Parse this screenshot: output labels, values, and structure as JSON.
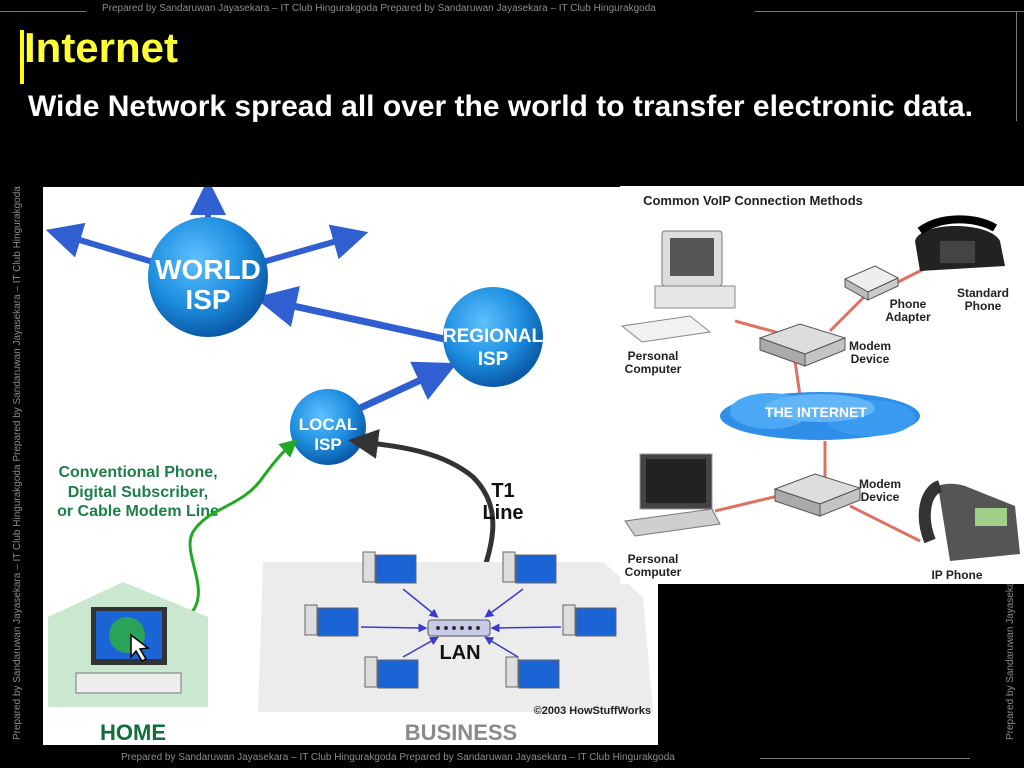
{
  "watermark": {
    "top": "Prepared by Sandaruwan Jayasekara – IT Club Hingurakgoda Prepared by Sandaruwan Jayasekara – IT Club Hingurakgoda",
    "bottom": "Prepared by Sandaruwan Jayasekara – IT Club Hingurakgoda Prepared by Sandaruwan Jayasekara – IT Club Hingurakgoda",
    "left": "Prepared by Sandaruwan Jayasekara – IT Club Hingurakgoda Prepared by Sandaruwan Jayasekara – IT Club Hingurakgoda",
    "right": "Prepared by Sandaruwan Jayasekara – IT Club Hingurakgoda"
  },
  "slide": {
    "title": "Internet",
    "body": "Wide Network spread all over the world to transfer electronic data."
  },
  "isp_diagram": {
    "world_isp_1": "WORLD",
    "world_isp_2": "ISP",
    "regional_isp_1": "REGIONAL",
    "regional_isp_2": "ISP",
    "local_isp_1": "LOCAL",
    "local_isp_2": "ISP",
    "conventional_1": "Conventional Phone,",
    "conventional_2": "Digital Subscriber,",
    "conventional_3": "or Cable Modem Line",
    "t1_1": "T1",
    "t1_2": "Line",
    "lan": "LAN",
    "home": "HOME",
    "business": "BUSINESS",
    "copyright": "©2003 HowStuffWorks"
  },
  "voip_diagram": {
    "title": "Common VoIP Connection Methods",
    "personal_computer_1": "Personal",
    "personal_computer_2": "Computer",
    "phone_adapter_1": "Phone",
    "phone_adapter_2": "Adapter",
    "standard_phone_1": "Standard",
    "standard_phone_2": "Phone",
    "modem_device_1": "Modem",
    "modem_device_2": "Device",
    "internet": "THE INTERNET",
    "ip_phone": "IP Phone"
  },
  "colors": {
    "title": "#ffff33",
    "isp_ball": "#1e8fe0",
    "isp_arrow": "#2f5fd0",
    "green_line": "#22aa22",
    "home_green": "#0e6e3c",
    "business_gray": "#8a8a8a",
    "voip_link": "#e07060"
  }
}
